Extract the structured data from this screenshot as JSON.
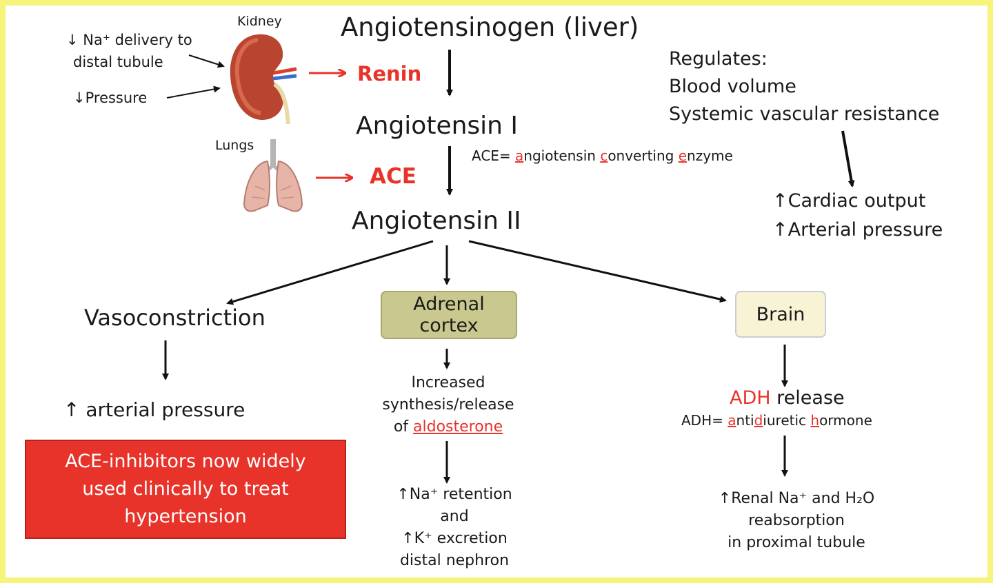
{
  "colors": {
    "red": "#e8332a",
    "frame": "#f6f47a",
    "adrenal_box": "#c9c88f",
    "brain_box": "#f9f3d6",
    "callout": "#e8332a"
  },
  "kidney": {
    "title": "Kidney",
    "input1_line1": "↓ Na⁺ delivery to",
    "input1_line2": "distal tubule",
    "input2": "↓Pressure",
    "icon": "kidney-icon"
  },
  "lungs": {
    "title": "Lungs",
    "icon": "lungs-icon"
  },
  "cascade": {
    "angiotensinogen": "Angiotensinogen (liver)",
    "renin": "Renin",
    "angiotensin_i": "Angiotensin I",
    "ace": "ACE",
    "ace_def": {
      "prefix": "ACE= ",
      "a": "a",
      "a_rest": "ngiotensin ",
      "c": "c",
      "c_rest": "onverting ",
      "e": "e",
      "e_rest": "nzyme"
    },
    "angiotensin_ii": "Angiotensin II"
  },
  "regulates": {
    "heading": "Regulates:",
    "item1": "Blood volume",
    "item2": "Systemic vascular resistance",
    "out1": "↑Cardiac output",
    "out2": "↑Arterial pressure"
  },
  "left_branch": {
    "title": "Vasoconstriction",
    "result": "↑ arterial pressure",
    "callout_line1": "ACE-inhibitors now widely",
    "callout_line2": "used clinically to treat",
    "callout_line3": "hypertension"
  },
  "middle_branch": {
    "box_line1": "Adrenal",
    "box_line2": "cortex",
    "step_line1": "Increased",
    "step_line2": "synthesis/release",
    "step_of": "of ",
    "step_aldosterone": "aldosterone",
    "result_line1": "↑Na⁺ retention",
    "result_line2": "and",
    "result_line3": "↑K⁺ excretion",
    "result_line4": "distal nephron"
  },
  "right_branch": {
    "box": "Brain",
    "adh": "ADH",
    "release": " release",
    "adh_def": {
      "prefix": "ADH= ",
      "a": "a",
      "n": "nti",
      "d": "d",
      "iuretic": "iuretic ",
      "h": "h",
      "ormone": "ormone"
    },
    "result_line1": "↑Renal Na⁺ and H₂O",
    "result_line2": "reabsorption",
    "result_line3": "in proximal tubule"
  }
}
